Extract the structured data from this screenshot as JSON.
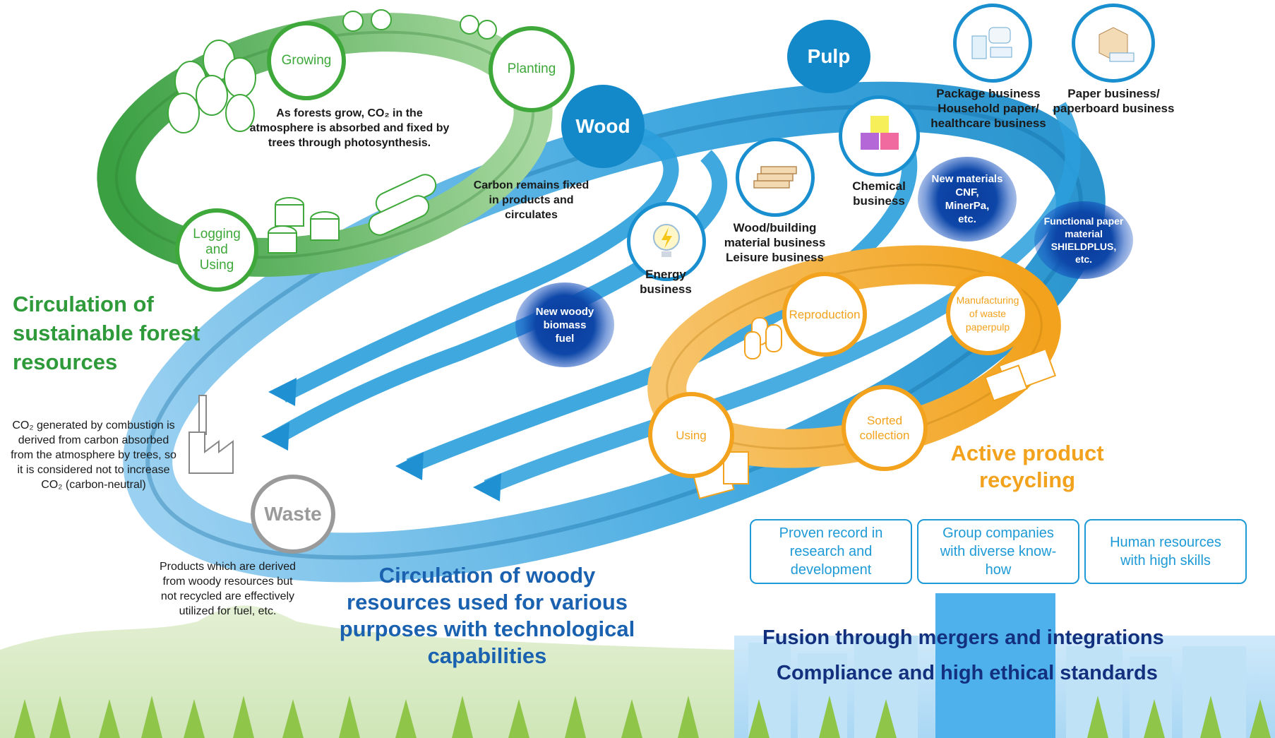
{
  "nodes": {
    "growing": "Growing",
    "planting": "Planting",
    "logging": "Logging and Using",
    "wood": "Wood",
    "pulp": "Pulp",
    "waste": "Waste",
    "energy": "Energy business",
    "wood_building": "Wood/building material business Leisure business",
    "chemical": "Chemical business",
    "package": "Package business Household paper/ healthcare business",
    "paper": "Paper business/ paperboard business",
    "reproduction": "Reproduction",
    "manufacturing": "Manufacturing of waste paperpulp",
    "sorted": "Sorted collection",
    "using": "Using"
  },
  "notes": {
    "forest_note": "As forests grow, CO₂ in the atmosphere is absorbed and fixed by trees through photosynthesis.",
    "carbon_note": "Carbon remains fixed in products and circulates",
    "co2_note": "CO₂ generated by combustion is derived from carbon absorbed from the atmosphere by trees, so it is considered not to increase CO₂ (carbon-neutral)",
    "waste_note": "Products which are derived from woody resources but not recycled are effectively utilized for fuel, etc."
  },
  "highlights": {
    "new_materials_title": "New materials",
    "new_materials_items": "CNF, MinerPa, etc.",
    "functional_title": "Functional paper material",
    "functional_items": "SHIELDPLUS, etc.",
    "biomass": "New woody biomass fuel"
  },
  "headings": {
    "forest": "Circulation of sustainable forest resources",
    "woody": "Circulation of woody resources used for various purposes with technological capabilities",
    "recycling": "Active product recycling"
  },
  "strengths": [
    "Proven record in research and development",
    "Group companies with diverse know-how",
    "Human resources with high skills"
  ],
  "foundation": {
    "line1": "Fusion through mergers and integrations",
    "line2": "Compliance and high ethical standards"
  },
  "colors": {
    "green": "#3ea83a",
    "blue": "#1489c9",
    "orange": "#f2a21c",
    "navy": "#13307e"
  }
}
